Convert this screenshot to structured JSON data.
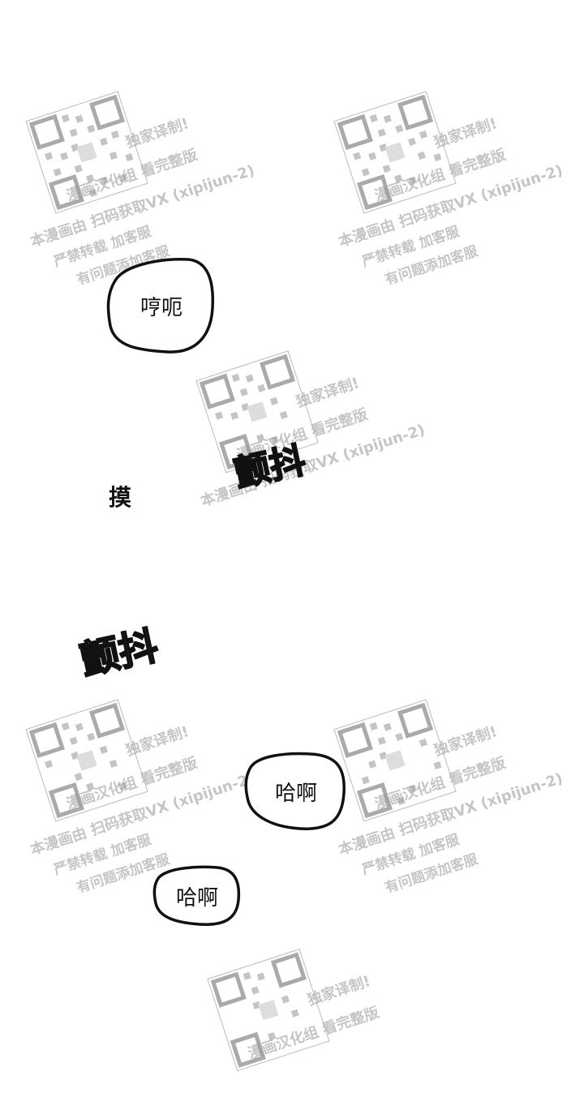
{
  "watermark": {
    "line1": "独家译制!",
    "line2": "漫画汉化组 看完整版",
    "line3": "本漫画由 扫码获取VX (xipijun-2)",
    "line4": "严禁转载 加客服",
    "line5": "有问题添加客服"
  },
  "bubbles": [
    {
      "text": "哼呃"
    },
    {
      "text": "哈啊"
    },
    {
      "text": "哈啊"
    }
  ],
  "sfx": {
    "tremble_1": "颤抖",
    "touch": "摸",
    "tremble_2": "颤抖"
  },
  "colors": {
    "ink": "#111111",
    "watermark": "#969696",
    "background": "#ffffff"
  }
}
